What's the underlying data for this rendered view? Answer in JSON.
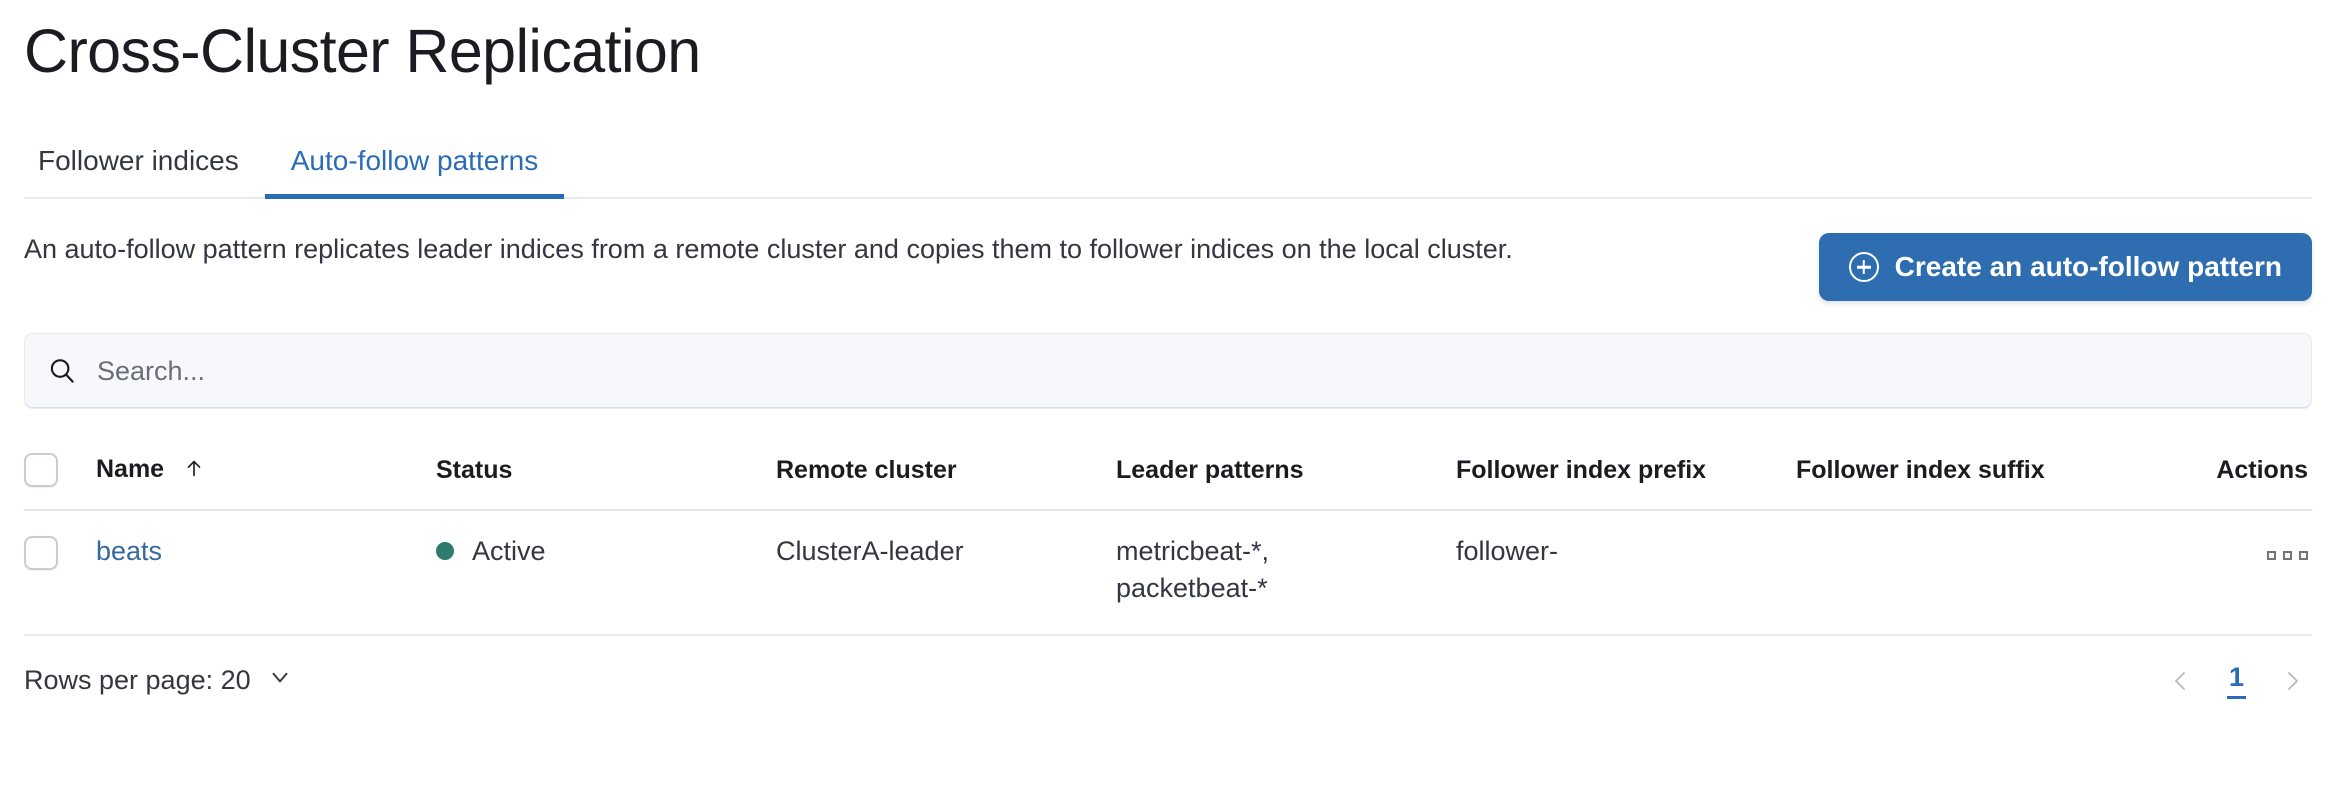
{
  "page": {
    "title": "Cross-Cluster Replication"
  },
  "tabs": [
    {
      "label": "Follower indices",
      "active": false
    },
    {
      "label": "Auto-follow patterns",
      "active": true
    }
  ],
  "description": {
    "text": "An auto-follow pattern replicates leader indices from a remote cluster and copies them to follower indices on the local cluster."
  },
  "create_button": {
    "label": "Create an auto-follow pattern",
    "icon": "plus-in-circle-icon",
    "color": "#2e6daf"
  },
  "search": {
    "value": "",
    "placeholder": "Search...",
    "icon": "search-icon"
  },
  "table": {
    "columns": [
      "Name",
      "Status",
      "Remote cluster",
      "Leader patterns",
      "Follower index prefix",
      "Follower index suffix",
      "Actions"
    ],
    "sort": {
      "column": "Name",
      "direction": "asc",
      "glyph": "↑"
    },
    "rows": [
      {
        "name": "beats",
        "status": "Active",
        "status_color": "#2e7b6f",
        "remote_cluster": "ClusterA-leader",
        "leader_patterns": "metricbeat-*,\npacketbeat-*",
        "follower_index_prefix": "follower-",
        "follower_index_suffix": "",
        "actions_icon": "ellipsis-icon"
      }
    ]
  },
  "footer": {
    "rows_per_page_label": "Rows per page: 20",
    "rows_per_page_value": "20",
    "chevron": "chevron-down-icon",
    "pagination": {
      "prev": "‹",
      "next": "›",
      "current_page": "1"
    }
  },
  "colors": {
    "accent_blue": "#2a6cb5",
    "link_blue": "#36689e",
    "status_green": "#2e7b6f",
    "text_dark": "#1a1c21",
    "text_body": "#343741"
  }
}
